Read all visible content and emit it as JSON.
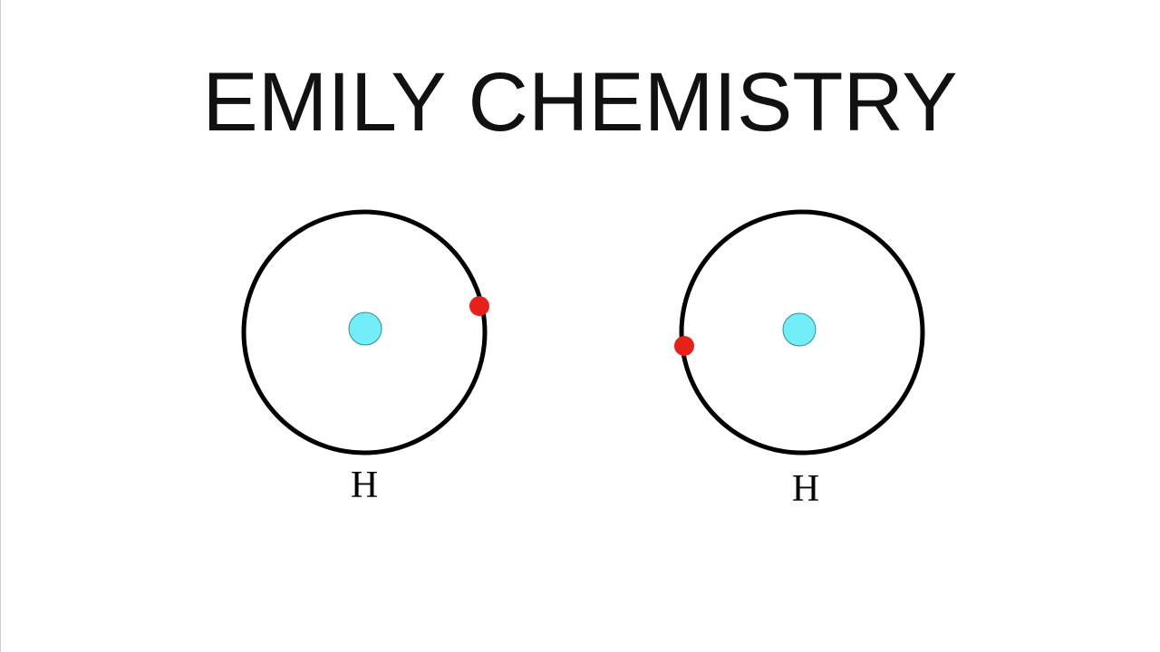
{
  "title": "EMILY CHEMISTRY",
  "atoms": [
    {
      "label": "H",
      "nucleus_color": "#72EEF8",
      "electron_color": "#E8201A",
      "shell_color": "#000000"
    },
    {
      "label": "H",
      "nucleus_color": "#72EEF8",
      "electron_color": "#E8201A",
      "shell_color": "#000000"
    }
  ]
}
